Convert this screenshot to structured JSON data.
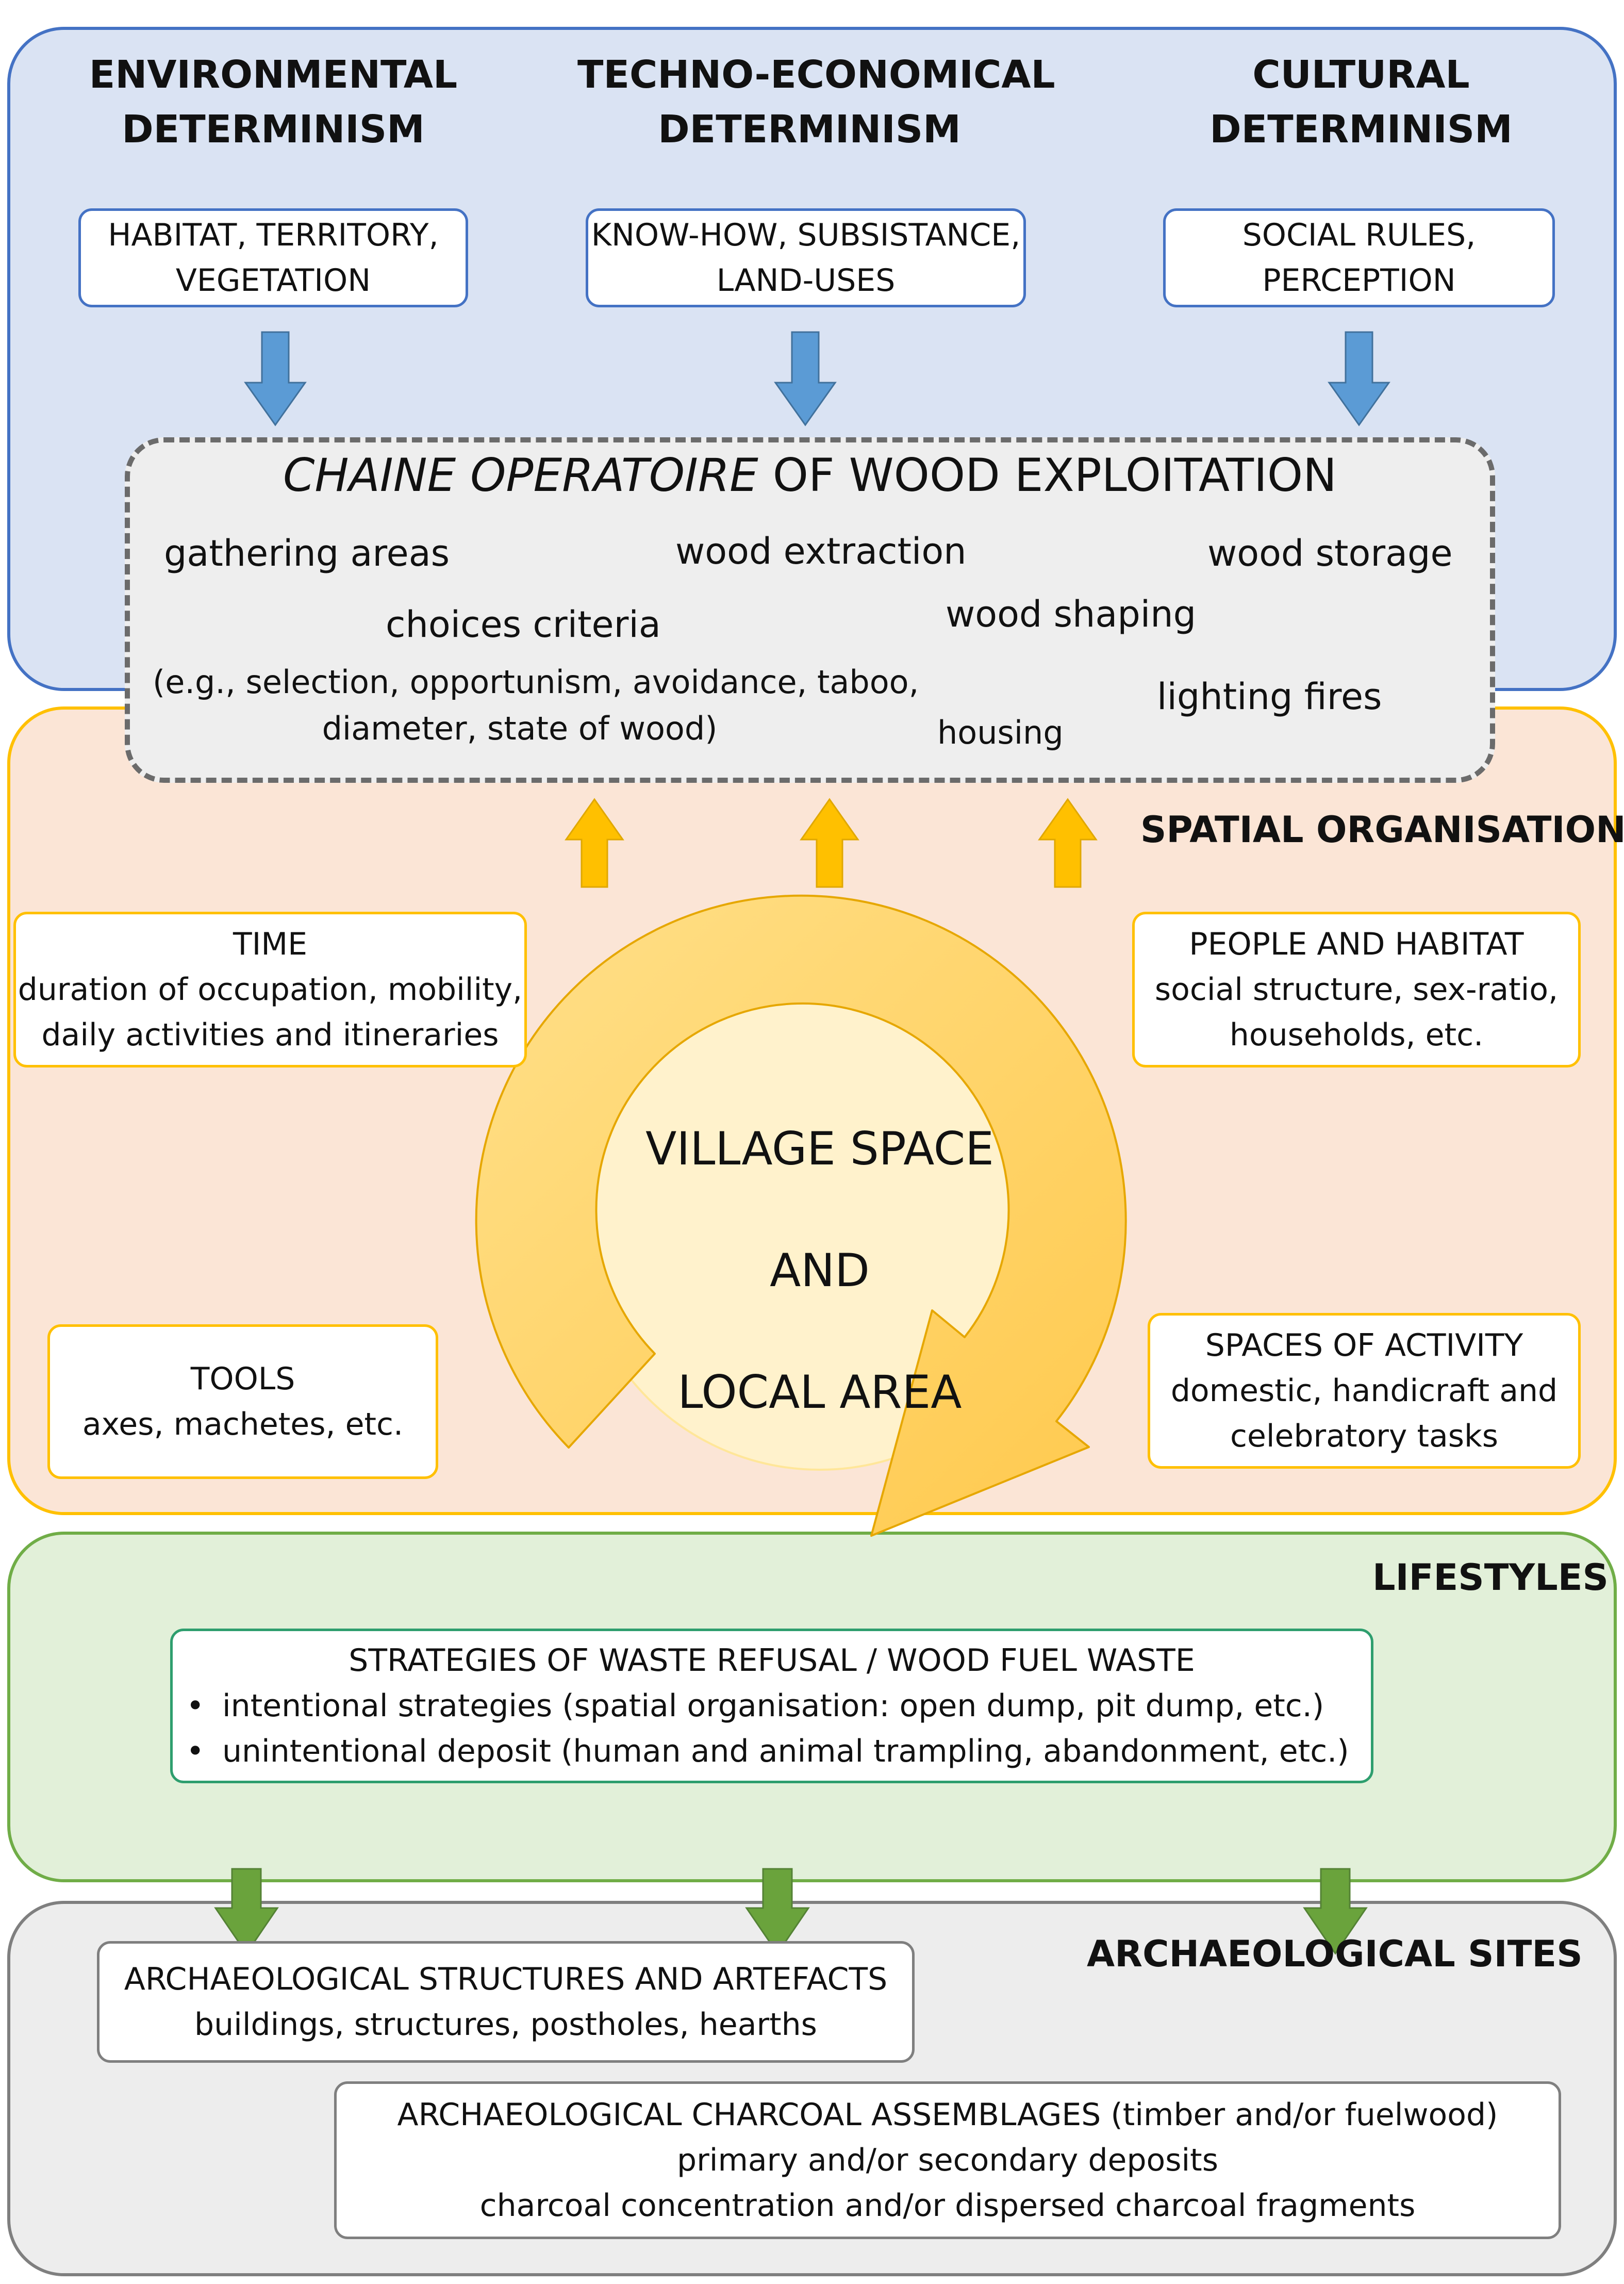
{
  "determinism": {
    "environmental": {
      "line1": "ENVIRONMENTAL",
      "line2": "DETERMINISM",
      "box_line1": "HABITAT, TERRITORY,",
      "box_line2": "VEGETATION"
    },
    "techno": {
      "line1": "TECHNO-ECONOMICAL",
      "line2": "DETERMINISM",
      "box_line1": "KNOW-HOW, SUBSISTANCE,",
      "box_line2": "LAND-USES"
    },
    "cultural": {
      "line1": "CULTURAL",
      "line2": "DETERMINISM",
      "box_line1": "SOCIAL RULES,",
      "box_line2": "PERCEPTION"
    }
  },
  "chaine": {
    "title_italic": "CHAINE OPERATOIRE",
    "title_rest": " OF WOOD EXPLOITATION",
    "gathering": "gathering areas",
    "extraction": "wood extraction",
    "storage": "wood storage",
    "choices": "choices criteria",
    "choices_detail1": "(e.g., selection, opportunism,  avoidance, taboo,",
    "choices_detail2": "diameter, state of wood)",
    "shaping": "wood shaping",
    "housing": "housing",
    "lighting": "lighting fires"
  },
  "spatial": {
    "label": "SPATIAL ORGANISATION",
    "time": {
      "title": "TIME",
      "line1": "duration of occupation, mobility,",
      "line2": "daily activities and itineraries"
    },
    "people": {
      "title": "PEOPLE AND HABITAT",
      "line1": "social structure, sex-ratio,",
      "line2": "households, etc."
    },
    "tools": {
      "title": "TOOLS",
      "line1": "axes, machetes, etc."
    },
    "activity": {
      "title": "SPACES OF ACTIVITY",
      "line1": "domestic, handicraft and",
      "line2": "celebratory tasks"
    },
    "village": {
      "line1": "VILLAGE SPACE",
      "line2": "AND",
      "line3": "LOCAL AREA"
    }
  },
  "lifestyles": {
    "label": "LIFESTYLES",
    "title": "STRATEGIES OF WASTE REFUSAL / WOOD FUEL  WASTE",
    "bullet": "•",
    "item1": "intentional strategies (spatial organisation: open dump, pit dump, etc.)",
    "item2": "unintentional deposit (human and animal trampling, abandonment, etc.)"
  },
  "archaeology": {
    "label": "ARCHAEOLOGICAL SITES",
    "structures": {
      "title": "ARCHAEOLOGICAL STRUCTURES AND ARTEFACTS",
      "line1": "buildings, structures, postholes, hearths"
    },
    "charcoal": {
      "title": "ARCHAEOLOGICAL CHARCOAL ASSEMBLAGES (timber and/or fuelwood)",
      "line1": "primary and/or secondary deposits",
      "line2": "charcoal concentration and/or dispersed charcoal fragments"
    }
  },
  "colors": {
    "blue_panel": "#dae3f3",
    "blue_border": "#4472c4",
    "orange_panel": "#fbe5d6",
    "orange_border": "#ffc000",
    "green_panel": "#e2f0d9",
    "green_border": "#70ad47",
    "grey_panel": "#ededed",
    "grey_border": "#7f7f7f",
    "blue_arrow": "#5b9bd5",
    "orange_arrow": "#ffc000",
    "green_arrow": "#6aa33c",
    "circle_fill": "#fff2cc",
    "chaine_fill": "#eeeeee"
  }
}
